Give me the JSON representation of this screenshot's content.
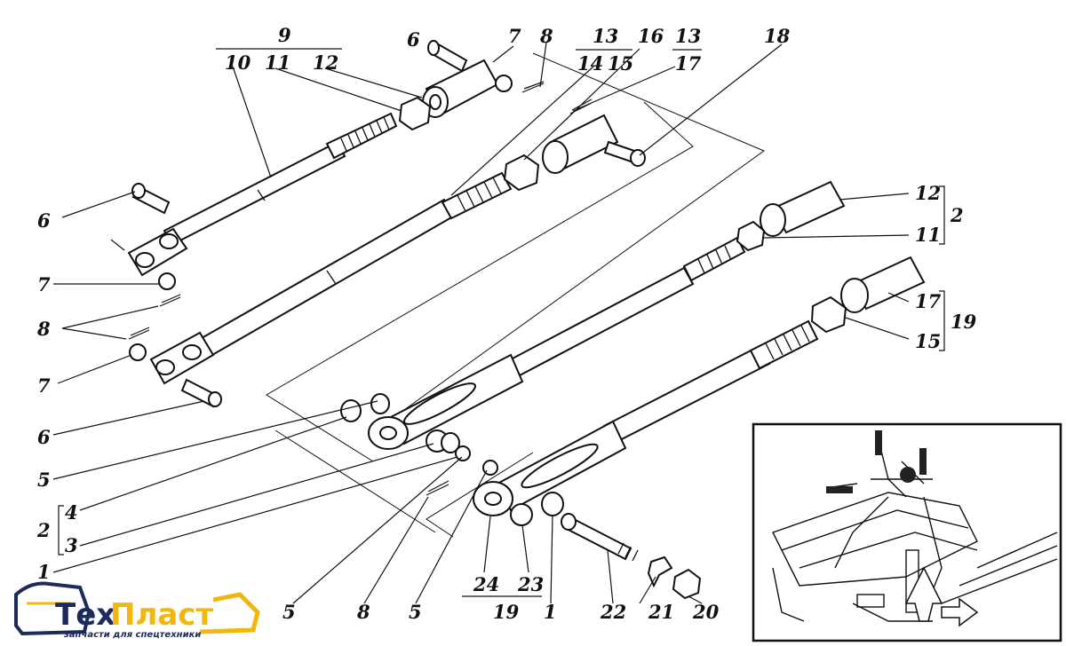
{
  "callouts": {
    "c9": "9",
    "c10": "10",
    "c11a": "11",
    "c12a": "12",
    "c6a": "6",
    "c7a": "7",
    "c8a": "8",
    "c13a": "13",
    "c14": "14",
    "c15a": "15",
    "c16": "16",
    "c13b": "13",
    "c17a": "17",
    "c18": "18",
    "c6b": "6",
    "c7b": "7",
    "c8b": "8",
    "c7c": "7",
    "c6c": "6",
    "c12b": "12",
    "c11b": "11",
    "c2a": "2",
    "c17b": "17",
    "c15b": "15",
    "c19a": "19",
    "c5a": "5",
    "c2b": "2",
    "c4": "4",
    "c3": "3",
    "c1a": "1",
    "c5b": "5",
    "c8c": "8",
    "c5c": "5",
    "c24": "24",
    "c23": "23",
    "c19b": "19",
    "c1b": "1",
    "c22": "22",
    "c21": "21",
    "c20": "20"
  },
  "logo": {
    "brand_part1": "Тех",
    "brand_part2": "Пласт",
    "tagline": "запчасти для спецтехники",
    "colors": {
      "dark": "#1d2b5c",
      "accent": "#f2b70f"
    }
  }
}
